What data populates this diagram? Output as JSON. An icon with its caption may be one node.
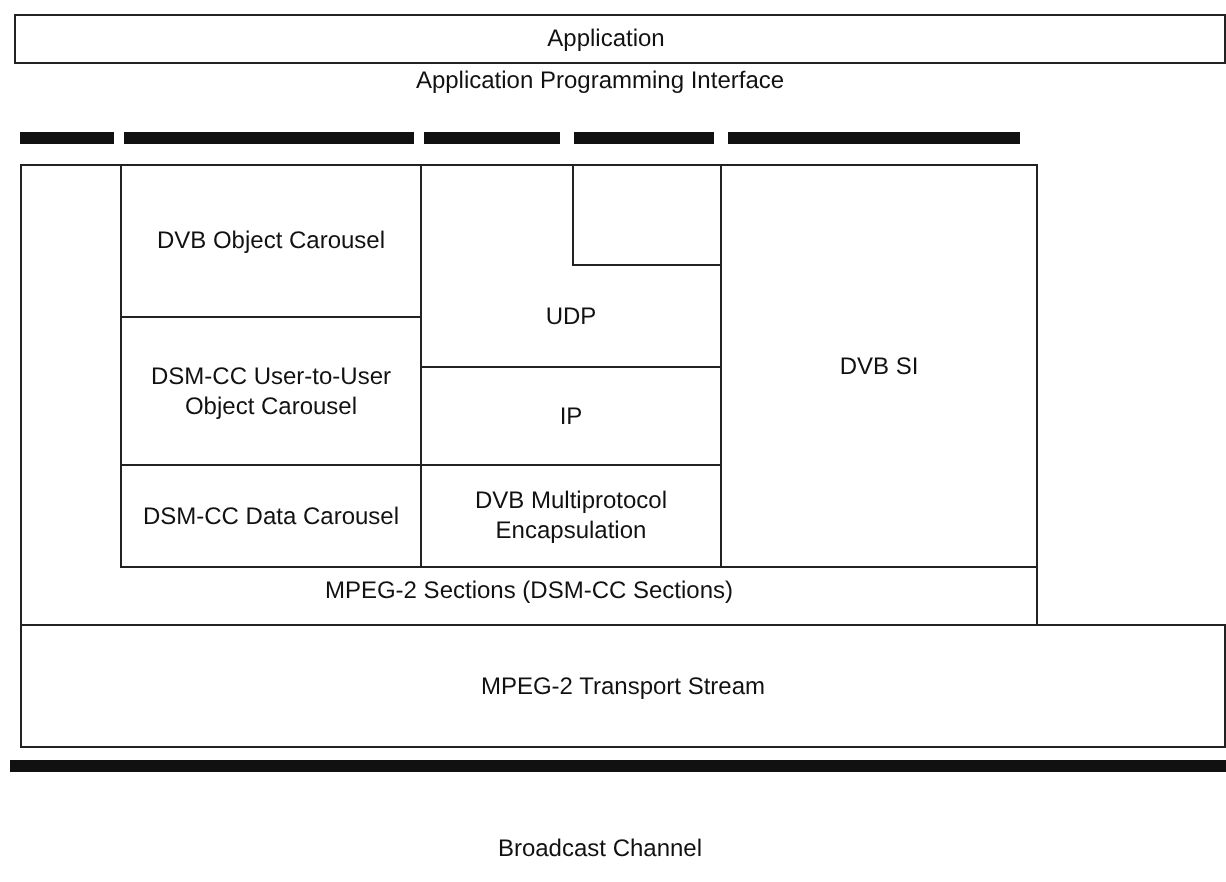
{
  "diagram": {
    "nodes": [
      {
        "text": [
          "Application"
        ]
      },
      {
        "text": [
          "DVB Object Carousel"
        ],
        "in": 9
      },
      {
        "text": [
          "DSM-CC User-to-User Object Carousel"
        ],
        "in": 9
      },
      {
        "text": [
          "DSM-CC Data Carousel"
        ],
        "in": 9
      },
      {
        "text": [
          "UDP"
        ],
        "in": 9
      },
      {
        "text": [],
        "shape": "box",
        "in": 4
      },
      {
        "text": [
          "IP"
        ],
        "in": 9
      },
      {
        "text": [
          "DVB Multiprotocol Encapsulation"
        ],
        "in": 9
      },
      {
        "text": [
          "DVB SI"
        ],
        "in": 9
      },
      {
        "text": [
          "MPEG-2 Sections (DSM-CC Sections)"
        ]
      },
      {
        "text": [
          "MPEG-2 Transport Stream"
        ]
      }
    ],
    "edges": [],
    "labels": [
      "Application Programming Interface",
      "Broadcast Channel"
    ]
  }
}
